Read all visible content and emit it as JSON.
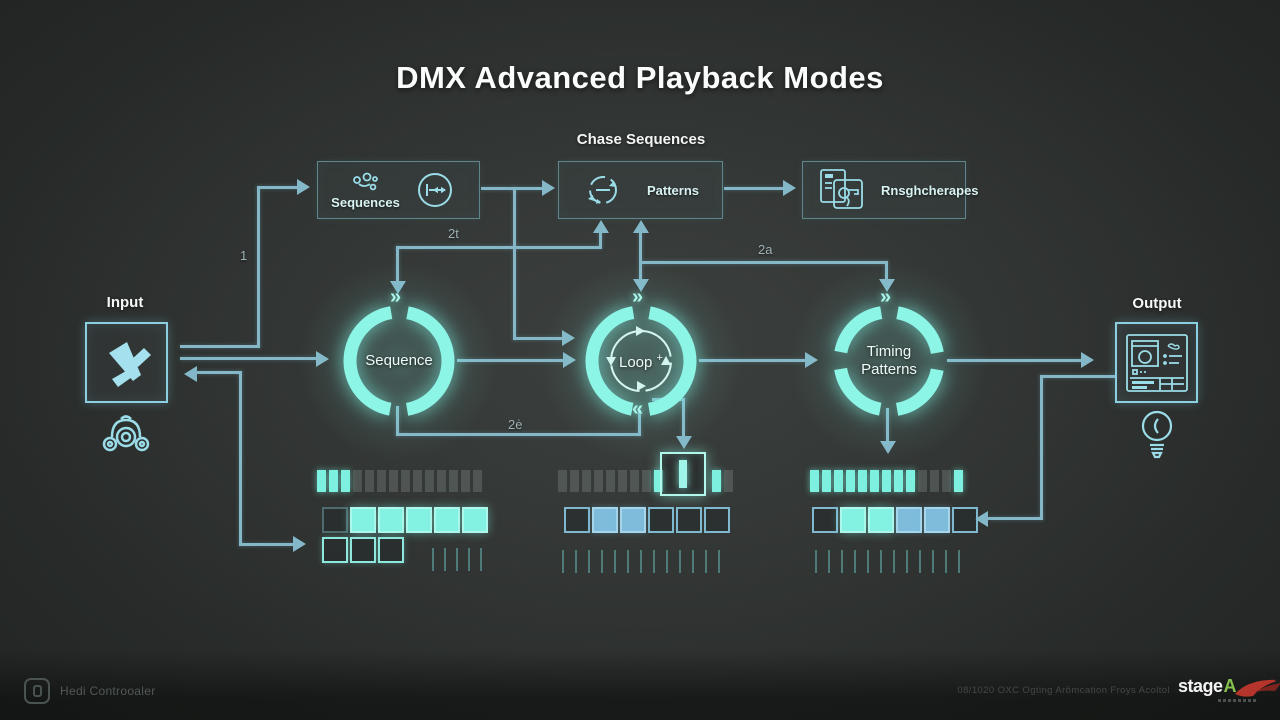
{
  "title": "DMX Advanced Playback Modes",
  "subtitle": "Chase Sequences",
  "glyphs": {
    "chevron_right": "»",
    "chevron_left": "«"
  },
  "top_boxes": [
    {
      "label": "Sequences"
    },
    {
      "label": "Patterns"
    },
    {
      "label": "Rnsghcherapes"
    }
  ],
  "nodes": [
    {
      "label": "Sequence"
    },
    {
      "label": "Loop",
      "sup": "+"
    },
    {
      "label_line1": "Timing",
      "label_line2": "Patterns"
    }
  ],
  "io": {
    "input_label": "Input",
    "output_label": "Output"
  },
  "edge_labels": {
    "input_branch": "1",
    "feedback_top": "2t",
    "branch_right": "2a",
    "bottom_link": "2ė"
  },
  "groups": {
    "left": {
      "bars": [
        "on",
        "on",
        "on",
        "off",
        "off",
        "off",
        "off",
        "off",
        "off",
        "off",
        "off",
        "off",
        "off",
        "off"
      ],
      "squares": [
        "outline-dim",
        "cyan",
        "cyan",
        "cyan",
        "cyan",
        "cyan"
      ],
      "squares_row2": [
        "outline-bright",
        "outline-bright",
        "outline-bright"
      ],
      "ticks": [
        "tick",
        "tick",
        "tick",
        "tick",
        "tick"
      ]
    },
    "middle": {
      "bars_before": [
        "off",
        "off",
        "off",
        "off",
        "off",
        "off",
        "off",
        "off",
        "on"
      ],
      "bars_after": [
        "on",
        "off"
      ],
      "squares": [
        "outline",
        "blue",
        "blue",
        "outline",
        "outline",
        "outline"
      ],
      "ticks": [
        "tick",
        "tick",
        "tick",
        "tick",
        "tick",
        "tick",
        "tick",
        "tick",
        "tick",
        "tick",
        "tick",
        "tick",
        "tick"
      ]
    },
    "right": {
      "bars": [
        "on",
        "on",
        "on",
        "on",
        "on",
        "on",
        "on",
        "on",
        "on",
        "off",
        "off",
        "off",
        "on"
      ],
      "squares": [
        "outline",
        "cyan",
        "cyan",
        "blue",
        "blue",
        "outline"
      ],
      "ticks": [
        "tick",
        "tick",
        "tick",
        "tick",
        "tick",
        "tick",
        "tick",
        "tick",
        "tick",
        "tick",
        "tick",
        "tick"
      ]
    }
  },
  "footer": {
    "brand": "Hedi Controoaler",
    "fine_print": "08/1020 OXC Ogting Arōmcation Froys Acoltol",
    "logo_text": "stage",
    "logo_accent": "A"
  },
  "colors": {
    "accent_cyan": "#84f2e2",
    "accent_blue": "#7fbcdc",
    "line": "#84b7c8",
    "ring": "#8df5e6",
    "box_border": "#5d868d",
    "logo_red": "#b5352c",
    "logo_green": "#86c14e"
  }
}
